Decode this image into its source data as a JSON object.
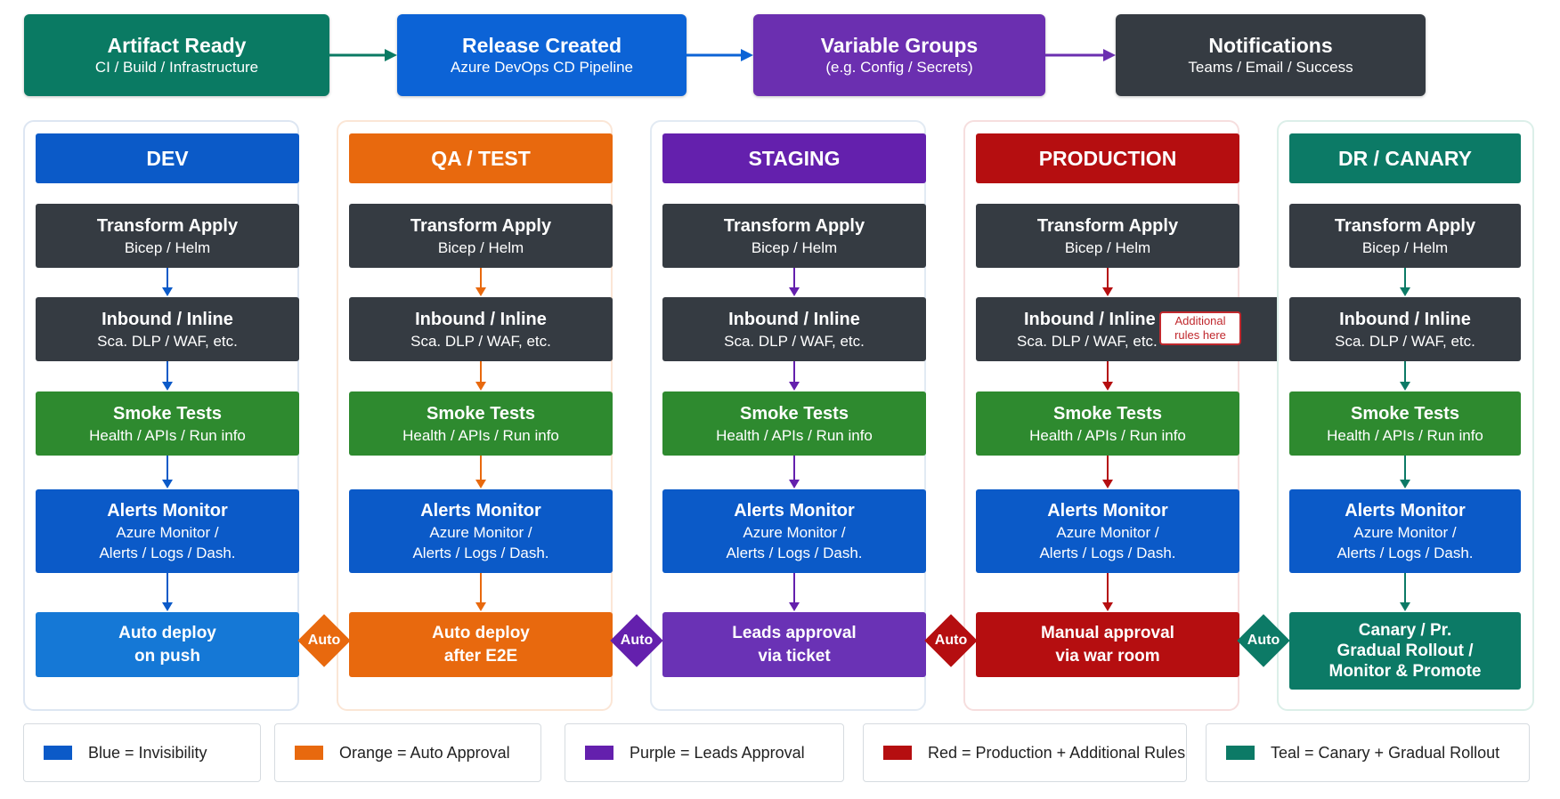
{
  "top": [
    {
      "title": "Artifact Ready",
      "sub": "CI / Build / Infrastructure",
      "color": "#0a7a63"
    },
    {
      "title": "Release Created",
      "sub": "Azure DevOps CD Pipeline",
      "color": "#0c63d6"
    },
    {
      "title": "Variable Groups",
      "sub": "(e.g. Config / Secrets)",
      "color": "#6b2fb0"
    },
    {
      "title": "Notifications",
      "sub": "Teams / Email / Success",
      "color": "#353b42"
    }
  ],
  "columns": [
    {
      "header": "DEV",
      "color": "#0b5ac8",
      "transform": {
        "title": "Transform Apply",
        "sub": "Bicep / Helm"
      },
      "inbound": {
        "title": "Inbound / Inline",
        "sub": "Sca. DLP / WAF, etc."
      },
      "smoke": {
        "title": "Smoke Tests",
        "sub": "Health / APIs / Run info"
      },
      "alerts": {
        "title": "Alerts Monitor",
        "sub1": "Azure Monitor /",
        "sub2": "Alerts / Logs / Dash."
      },
      "final": {
        "line1": "Auto deploy",
        "line2": "on push",
        "line3": "",
        "color": "#1578d6"
      }
    },
    {
      "header": "QA / TEST",
      "color": "#e8690e",
      "transform": {
        "title": "Transform Apply",
        "sub": "Bicep / Helm"
      },
      "inbound": {
        "title": "Inbound / Inline",
        "sub": "Sca. DLP / WAF, etc."
      },
      "smoke": {
        "title": "Smoke Tests",
        "sub": "Health / APIs / Run info"
      },
      "alerts": {
        "title": "Alerts Monitor",
        "sub1": "Azure Monitor /",
        "sub2": "Alerts / Logs / Dash."
      },
      "final": {
        "line1": "Auto deploy",
        "line2": "after E2E",
        "line3": "",
        "color": "#e8690e"
      }
    },
    {
      "header": "STAGING",
      "color": "#6420ad",
      "transform": {
        "title": "Transform Apply",
        "sub": "Bicep / Helm"
      },
      "inbound": {
        "title": "Inbound / Inline",
        "sub": "Sca. DLP / WAF, etc."
      },
      "smoke": {
        "title": "Smoke Tests",
        "sub": "Health / APIs / Run info"
      },
      "alerts": {
        "title": "Alerts Monitor",
        "sub1": "Azure Monitor /",
        "sub2": "Alerts / Logs / Dash."
      },
      "final": {
        "line1": "Leads approval",
        "line2": "via ticket",
        "line3": "",
        "color": "#6a32b5"
      }
    },
    {
      "header": "PRODUCTION",
      "color": "#b50e10",
      "transform": {
        "title": "Transform Apply",
        "sub": "Bicep / Helm"
      },
      "inbound": {
        "title": "Inbound / Inline",
        "sub": "Sca. DLP / WAF, etc."
      },
      "smoke": {
        "title": "Smoke Tests",
        "sub": "Health / APIs / Run info"
      },
      "alerts": {
        "title": "Alerts Monitor",
        "sub1": "Azure Monitor /",
        "sub2": "Alerts / Logs / Dash."
      },
      "final": {
        "line1": "Manual approval",
        "line2": "via war room",
        "line3": "",
        "color": "#b50e10"
      }
    },
    {
      "header": "DR / CANARY",
      "color": "#0c7a66",
      "transform": {
        "title": "Transform Apply",
        "sub": "Bicep / Helm"
      },
      "inbound": {
        "title": "Inbound / Inline",
        "sub": "Sca. DLP / WAF, etc."
      },
      "smoke": {
        "title": "Smoke Tests",
        "sub": "Health / APIs / Run info"
      },
      "alerts": {
        "title": "Alerts Monitor",
        "sub1": "Azure Monitor /",
        "sub2": "Alerts / Logs / Dash."
      },
      "final": {
        "line1": "Canary / Pr.",
        "line2": "Gradual Rollout /",
        "line3": "Monitor & Promote",
        "color": "#0c7a66"
      }
    }
  ],
  "badge": {
    "line1": "Additional",
    "line2": "rules here"
  },
  "connectors": [
    {
      "label": "Auto",
      "color": "#e8690e"
    },
    {
      "label": "Auto",
      "color": "#6420ad"
    },
    {
      "label": "Auto",
      "color": "#b50e10"
    },
    {
      "label": "Auto",
      "color": "#0c7a66"
    }
  ],
  "legend": [
    {
      "text": "Blue = Invisibility",
      "color": "#0b5ac8"
    },
    {
      "text": "Orange = Auto Approval",
      "color": "#e8690e"
    },
    {
      "text": "Purple = Leads Approval",
      "color": "#6420ad"
    },
    {
      "text": "Red = Production + Additional Rules",
      "color": "#b50e10"
    },
    {
      "text": "Teal = Canary + Gradual Rollout",
      "color": "#0c7a66"
    }
  ],
  "colors": {
    "dark": "#353b42",
    "green": "#2e8a2f",
    "blue": "#0b5ac8"
  }
}
